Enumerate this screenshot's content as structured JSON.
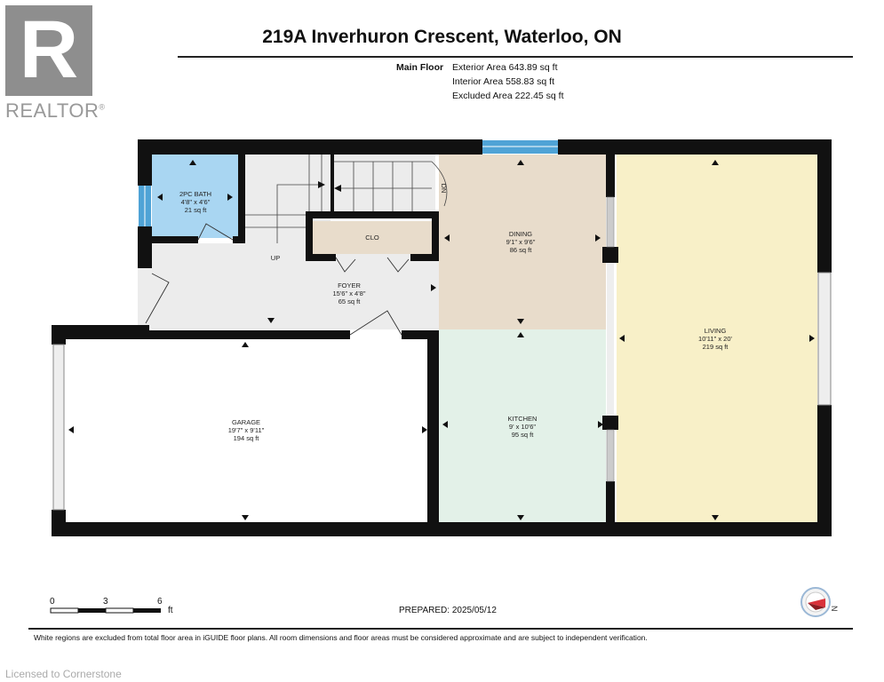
{
  "header": {
    "address": "219A Inverhuron Crescent, Waterloo, ON",
    "floor": "Main Floor",
    "areas": [
      "Exterior Area 643.89 sq ft",
      "Interior Area 558.83 sq ft",
      "Excluded Area 222.45 sq ft"
    ]
  },
  "logo": {
    "letter": "R",
    "word": "REALTOR",
    "mark": "®"
  },
  "rooms": {
    "bath": {
      "name": "2PC BATH",
      "dims": "4'8\" x 4'6\"",
      "area": "21 sq ft"
    },
    "dining": {
      "name": "DINING",
      "dims": "9'1\" x 9'6\"",
      "area": "86 sq ft"
    },
    "living": {
      "name": "LIVING",
      "dims": "10'11\" x 20'",
      "area": "219 sq ft"
    },
    "foyer": {
      "name": "FOYER",
      "dims": "15'6\" x 4'8\"",
      "area": "65 sq ft"
    },
    "garage": {
      "name": "GARAGE",
      "dims": "19'7\" x 9'11\"",
      "area": "194 sq ft"
    },
    "kitchen": {
      "name": "KITCHEN",
      "dims": "9' x 10'6\"",
      "area": "95 sq ft"
    },
    "closet": {
      "name": "CLO"
    }
  },
  "stairs": {
    "up": "UP",
    "dn": "DN"
  },
  "scale": {
    "labels": [
      "0",
      "3",
      "6"
    ],
    "unit": "ft"
  },
  "prepared": "PREPARED: 2025/05/12",
  "compass": {
    "letter": "N"
  },
  "disclaimer": "White regions are excluded from total floor area in iGUIDE floor plans. All room dimensions and floor areas must be considered approximate and are subject to independent verification.",
  "license": "Licensed to Cornerstone",
  "colors": {
    "bath": "#a9d6f2",
    "dining": "#e8dccb",
    "living": "#f8f0c8",
    "foyer": "#ececec",
    "garage": "#ffffff",
    "kitchen": "#e3f1e8",
    "closet": "#e8dccb",
    "walls": "#111111",
    "window": "#4fa3d6",
    "logo": "#8e8e8e"
  }
}
